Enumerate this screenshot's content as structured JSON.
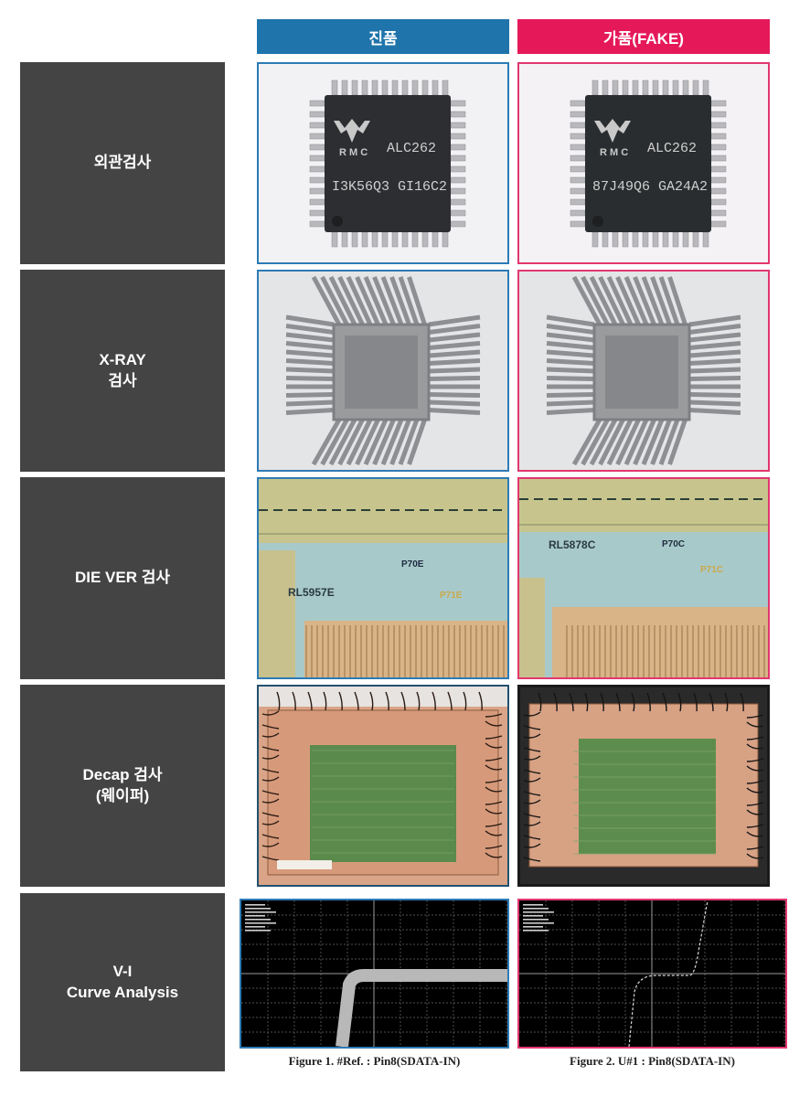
{
  "headers": {
    "genuine": "진품",
    "fake": "가품(FAKE)"
  },
  "rows": [
    {
      "label": "외관검사"
    },
    {
      "label": "X-RAY\n검사"
    },
    {
      "label": "DIE VER 검사"
    },
    {
      "label": "Decap 검사\n(웨이퍼)"
    },
    {
      "label": "V-I\nCurve Analysis"
    }
  ],
  "exterior": {
    "genuine": {
      "brand": "ALC262",
      "lot": "I3K56Q3 GI16C2"
    },
    "fake": {
      "brand": "ALC262",
      "lot": "87J49Q6 GA24A2"
    }
  },
  "die": {
    "genuine": {
      "die_id": "RL5957E",
      "mark_top": "P70E",
      "mark_bottom": "P71E"
    },
    "fake": {
      "die_id": "RL5878C",
      "mark_top": "P70C",
      "mark_bottom": "P71C"
    }
  },
  "vi_curve": {
    "genuine": {
      "caption": "Figure 1. #Ref. : Pin8(SDATA-IN)"
    },
    "fake": {
      "caption": "Figure 2. U#1 : Pin8(SDATA-IN)"
    }
  },
  "colors": {
    "genuine": "#1f74ab",
    "fake": "#e5195a",
    "label_bg": "#444444"
  }
}
